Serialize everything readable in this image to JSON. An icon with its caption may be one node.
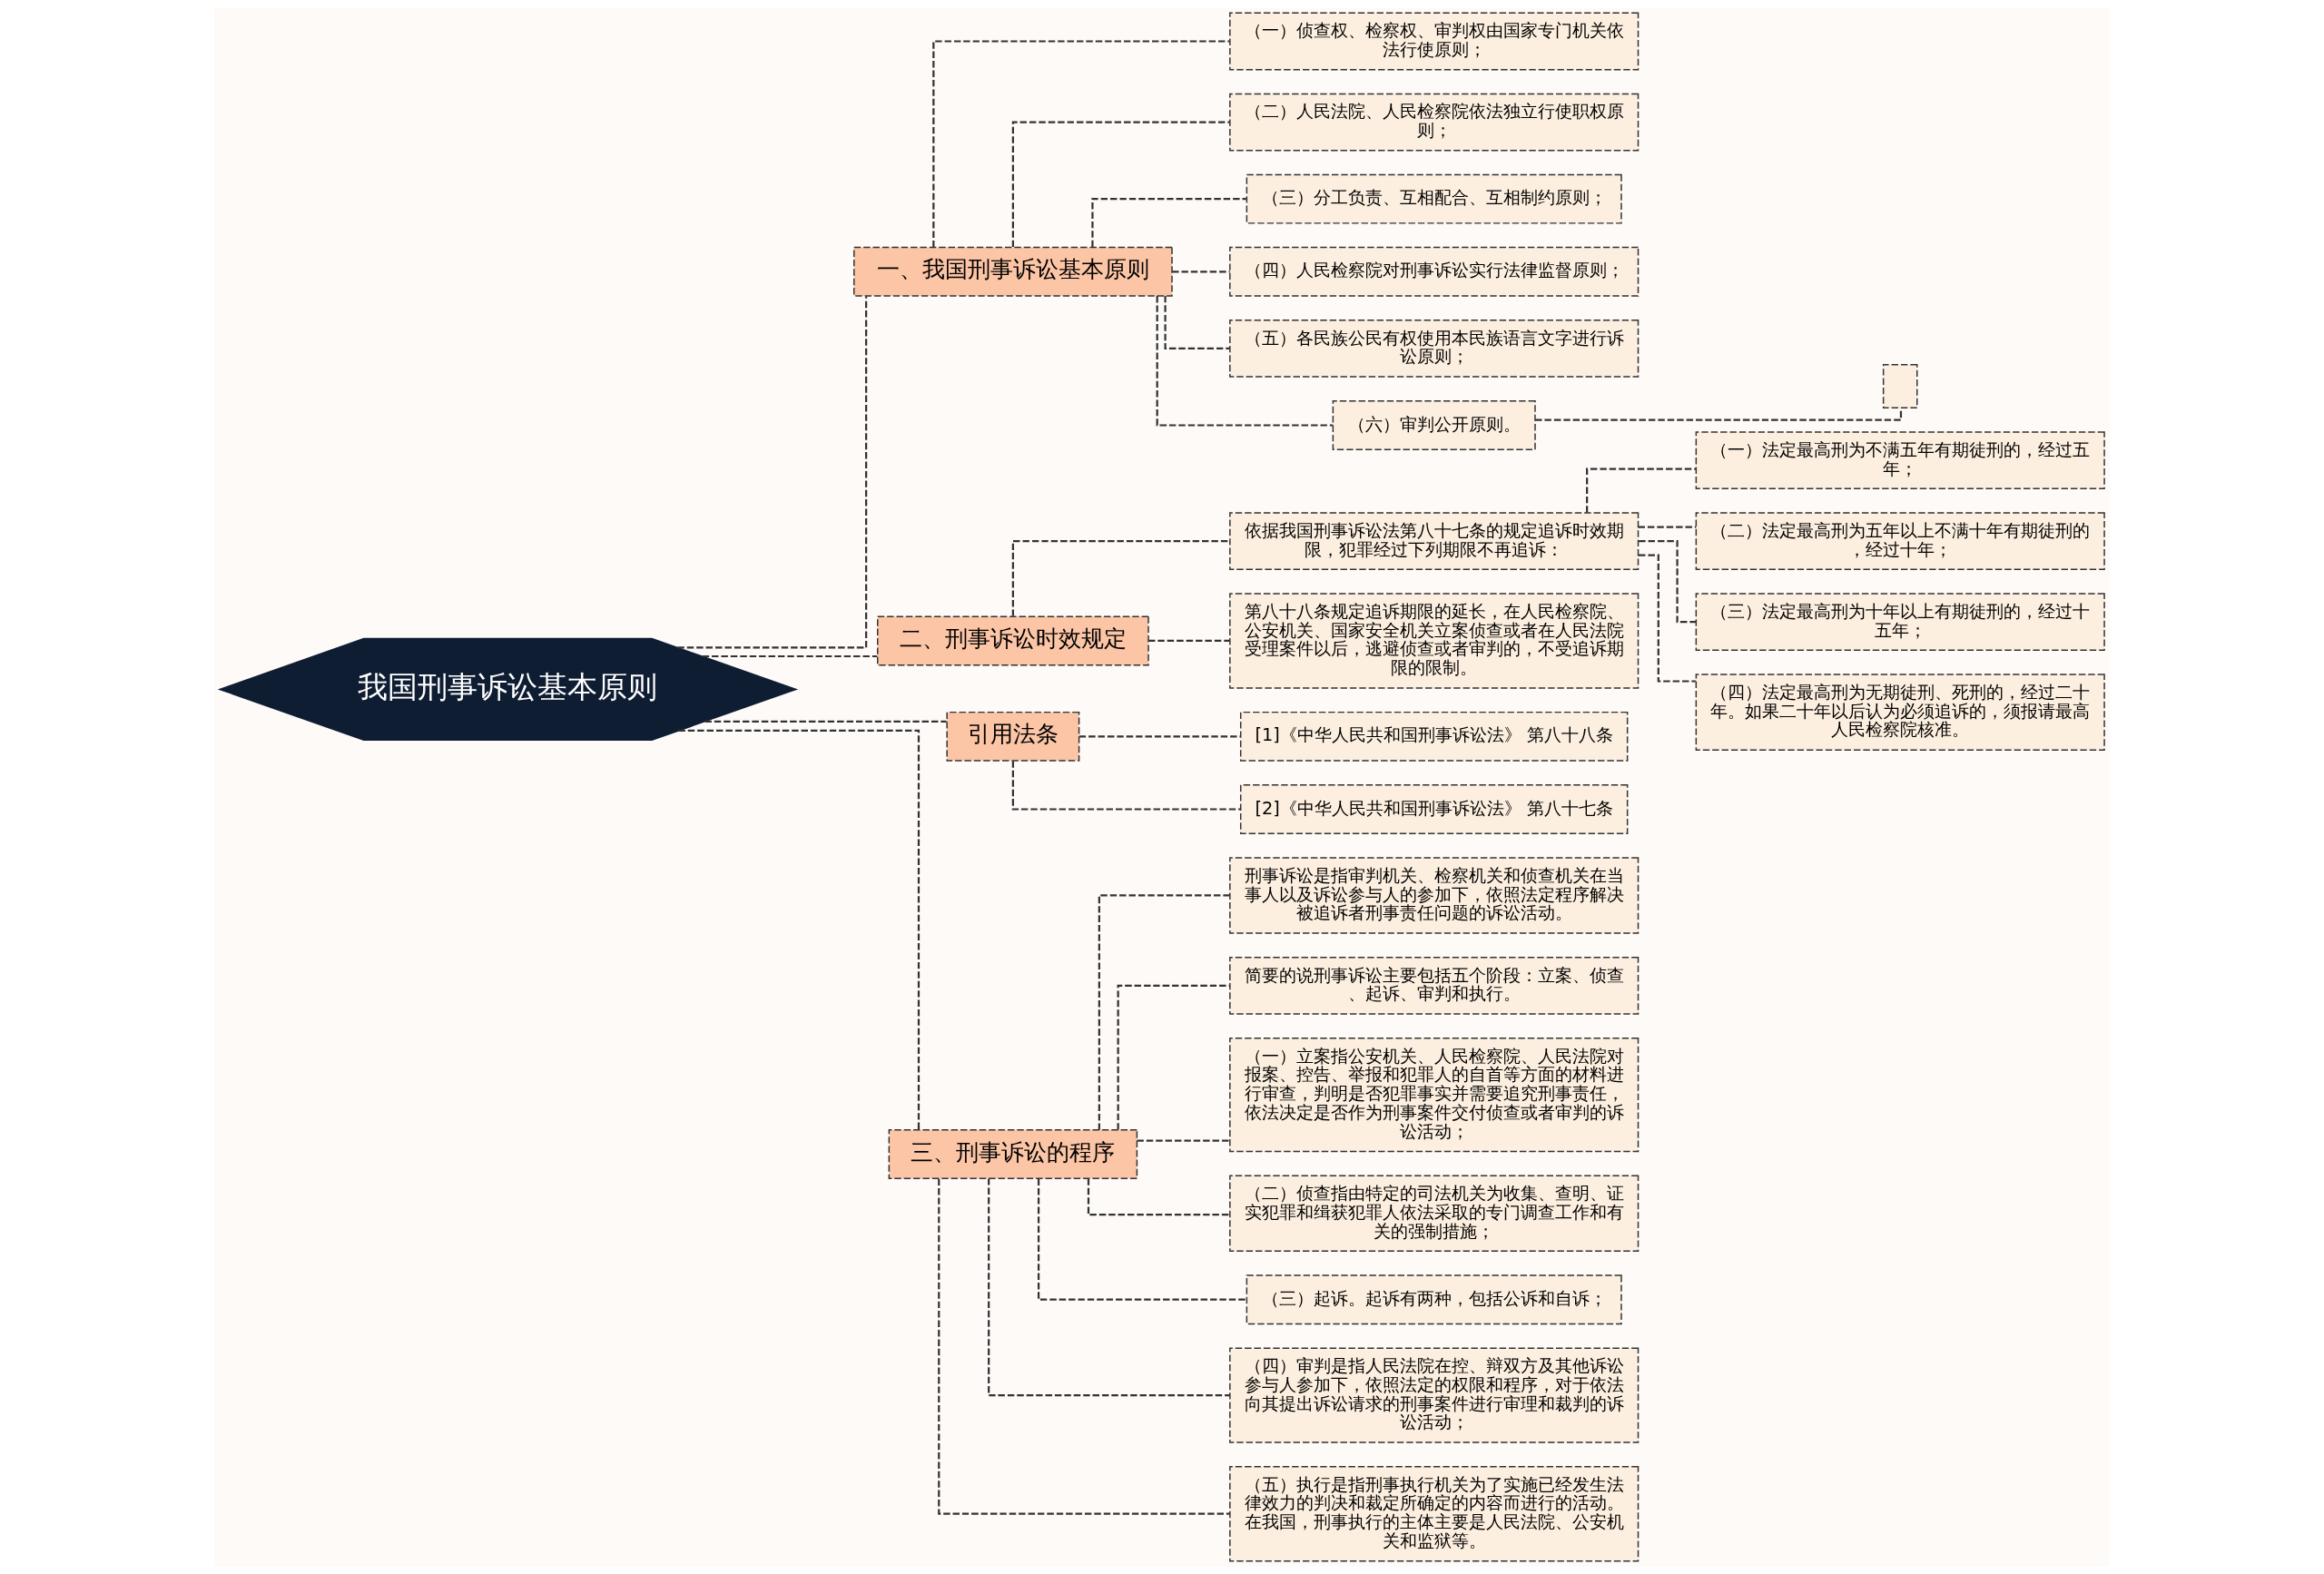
{
  "diagram": {
    "nodes": [
      {
        "text": [
          "我国刑事诉讼基本原则"
        ]
      },
      {
        "text": [
          "一、我国刑事诉讼基本原则"
        ]
      },
      {
        "text": [
          "（一）侦查权、检察权、审判权由国家专门机关依法行使原则；"
        ]
      },
      {
        "text": [
          "（二）人民法院、人民检察院依法独立行使职权原则；"
        ]
      },
      {
        "text": [
          "（三）分工负责、互相配合、互相制约原则；"
        ]
      },
      {
        "text": [
          "（四）人民检察院对刑事诉讼实行法律监督原则；"
        ]
      },
      {
        "text": [
          "（五）各民族公民有权使用本民族语言文字进行诉讼原则；"
        ]
      },
      {
        "text": [
          "（六）审判公开原则。"
        ]
      },
      {
        "text": [],
        "shape": "box"
      },
      {
        "text": [
          "二、刑事诉讼时效规定"
        ]
      },
      {
        "text": [
          "依据我国刑事诉讼法第八十七条的规定追诉时效期限，犯罪经过下列期限不再追诉："
        ]
      },
      {
        "text": [
          "（一）法定最高刑为不满五年有期徒刑的，经过五年；"
        ]
      },
      {
        "text": [
          "（二）法定最高刑为五年以上不满十年有期徒刑的，经过十年；"
        ]
      },
      {
        "text": [
          "（三）法定最高刑为十年以上有期徒刑的，经过十五年；"
        ]
      },
      {
        "text": [
          "（四）法定最高刑为无期徒刑、死刑的，经过二十年。如果二十年以后认为必须追诉的，须报请最高人民检察院核准。"
        ]
      },
      {
        "text": [
          "第八十八条规定追诉期限的延长，在人民检察院、公安机关、国家安全机关立案侦查或者在人民法院受理案件以后，逃避侦查或者审判的，不受追诉期限的限制。"
        ]
      },
      {
        "text": [
          "引用法条"
        ]
      },
      {
        "text": [
          "[1]《中华人民共和国刑事诉讼法》 第八十八条"
        ]
      },
      {
        "text": [
          "[2]《中华人民共和国刑事诉讼法》 第八十七条"
        ]
      },
      {
        "text": [
          "三、刑事诉讼的程序"
        ]
      },
      {
        "text": [
          "刑事诉讼是指审判机关、检察机关和侦查机关在当事人以及诉讼参与人的参加下，依照法定程序解决被追诉者刑事责任问题的诉讼活动。"
        ]
      },
      {
        "text": [
          "简要的说刑事诉讼主要包括五个阶段：立案、侦查、起诉、审判和执行。"
        ]
      },
      {
        "text": [
          "（一）立案指公安机关、人民检察院、人民法院对报案、控告、举报和犯罪人的自首等方面的材料进行审查，判明是否犯罪事实并需要追究刑事责任，依法决定是否作为刑事案件交付侦查或者审判的诉讼活动；"
        ]
      },
      {
        "text": [
          "（二）侦查指由特定的司法机关为收集、查明、证实犯罪和缉获犯罪人依法采取的专门调查工作和有关的强制措施；"
        ]
      },
      {
        "text": [
          "（三）起诉。起诉有两种，包括公诉和自诉；"
        ]
      },
      {
        "text": [
          "（四）审判是指人民法院在控、辩双方及其他诉讼参与人参加下，依照法定的权限和程序，对于依法向其提出诉讼请求的刑事案件进行审理和裁判的诉讼活动；"
        ]
      },
      {
        "text": [
          "（五）执行是指刑事执行机关为了实施已经发生法律效力的判决和裁定所确定的内容而进行的活动。在我国，刑事执行的主体主要是人民法院、公安机关和监狱等。"
        ]
      }
    ],
    "edges": [
      {
        "from": 0,
        "to": 1,
        "arrow": "none"
      },
      {
        "from": 1,
        "to": 2,
        "arrow": "none"
      },
      {
        "from": 1,
        "to": 3,
        "arrow": "none"
      },
      {
        "from": 1,
        "to": 4,
        "arrow": "none"
      },
      {
        "from": 1,
        "to": 5,
        "arrow": "none"
      },
      {
        "from": 1,
        "to": 6,
        "arrow": "none"
      },
      {
        "from": 1,
        "to": 7,
        "arrow": "none"
      },
      {
        "from": 7,
        "to": 8,
        "arrow": "none"
      },
      {
        "from": 0,
        "to": 9,
        "arrow": "none"
      },
      {
        "from": 9,
        "to": 10,
        "arrow": "none"
      },
      {
        "from": 10,
        "to": 11,
        "arrow": "none"
      },
      {
        "from": 10,
        "to": 12,
        "arrow": "none"
      },
      {
        "from": 10,
        "to": 13,
        "arrow": "none"
      },
      {
        "from": 10,
        "to": 14,
        "arrow": "none"
      },
      {
        "from": 9,
        "to": 15,
        "arrow": "none"
      },
      {
        "from": 0,
        "to": 16,
        "arrow": "none"
      },
      {
        "from": 16,
        "to": 17,
        "arrow": "none"
      },
      {
        "from": 16,
        "to": 18,
        "arrow": "none"
      },
      {
        "from": 0,
        "to": 19,
        "arrow": "none"
      },
      {
        "from": 19,
        "to": 20,
        "arrow": "none"
      },
      {
        "from": 19,
        "to": 21,
        "arrow": "none"
      },
      {
        "from": 19,
        "to": 22,
        "arrow": "none"
      },
      {
        "from": 19,
        "to": 23,
        "arrow": "none"
      },
      {
        "from": 19,
        "to": 24,
        "arrow": "none"
      },
      {
        "from": 19,
        "to": 25,
        "arrow": "none"
      },
      {
        "from": 19,
        "to": 26,
        "arrow": "none"
      }
    ]
  }
}
